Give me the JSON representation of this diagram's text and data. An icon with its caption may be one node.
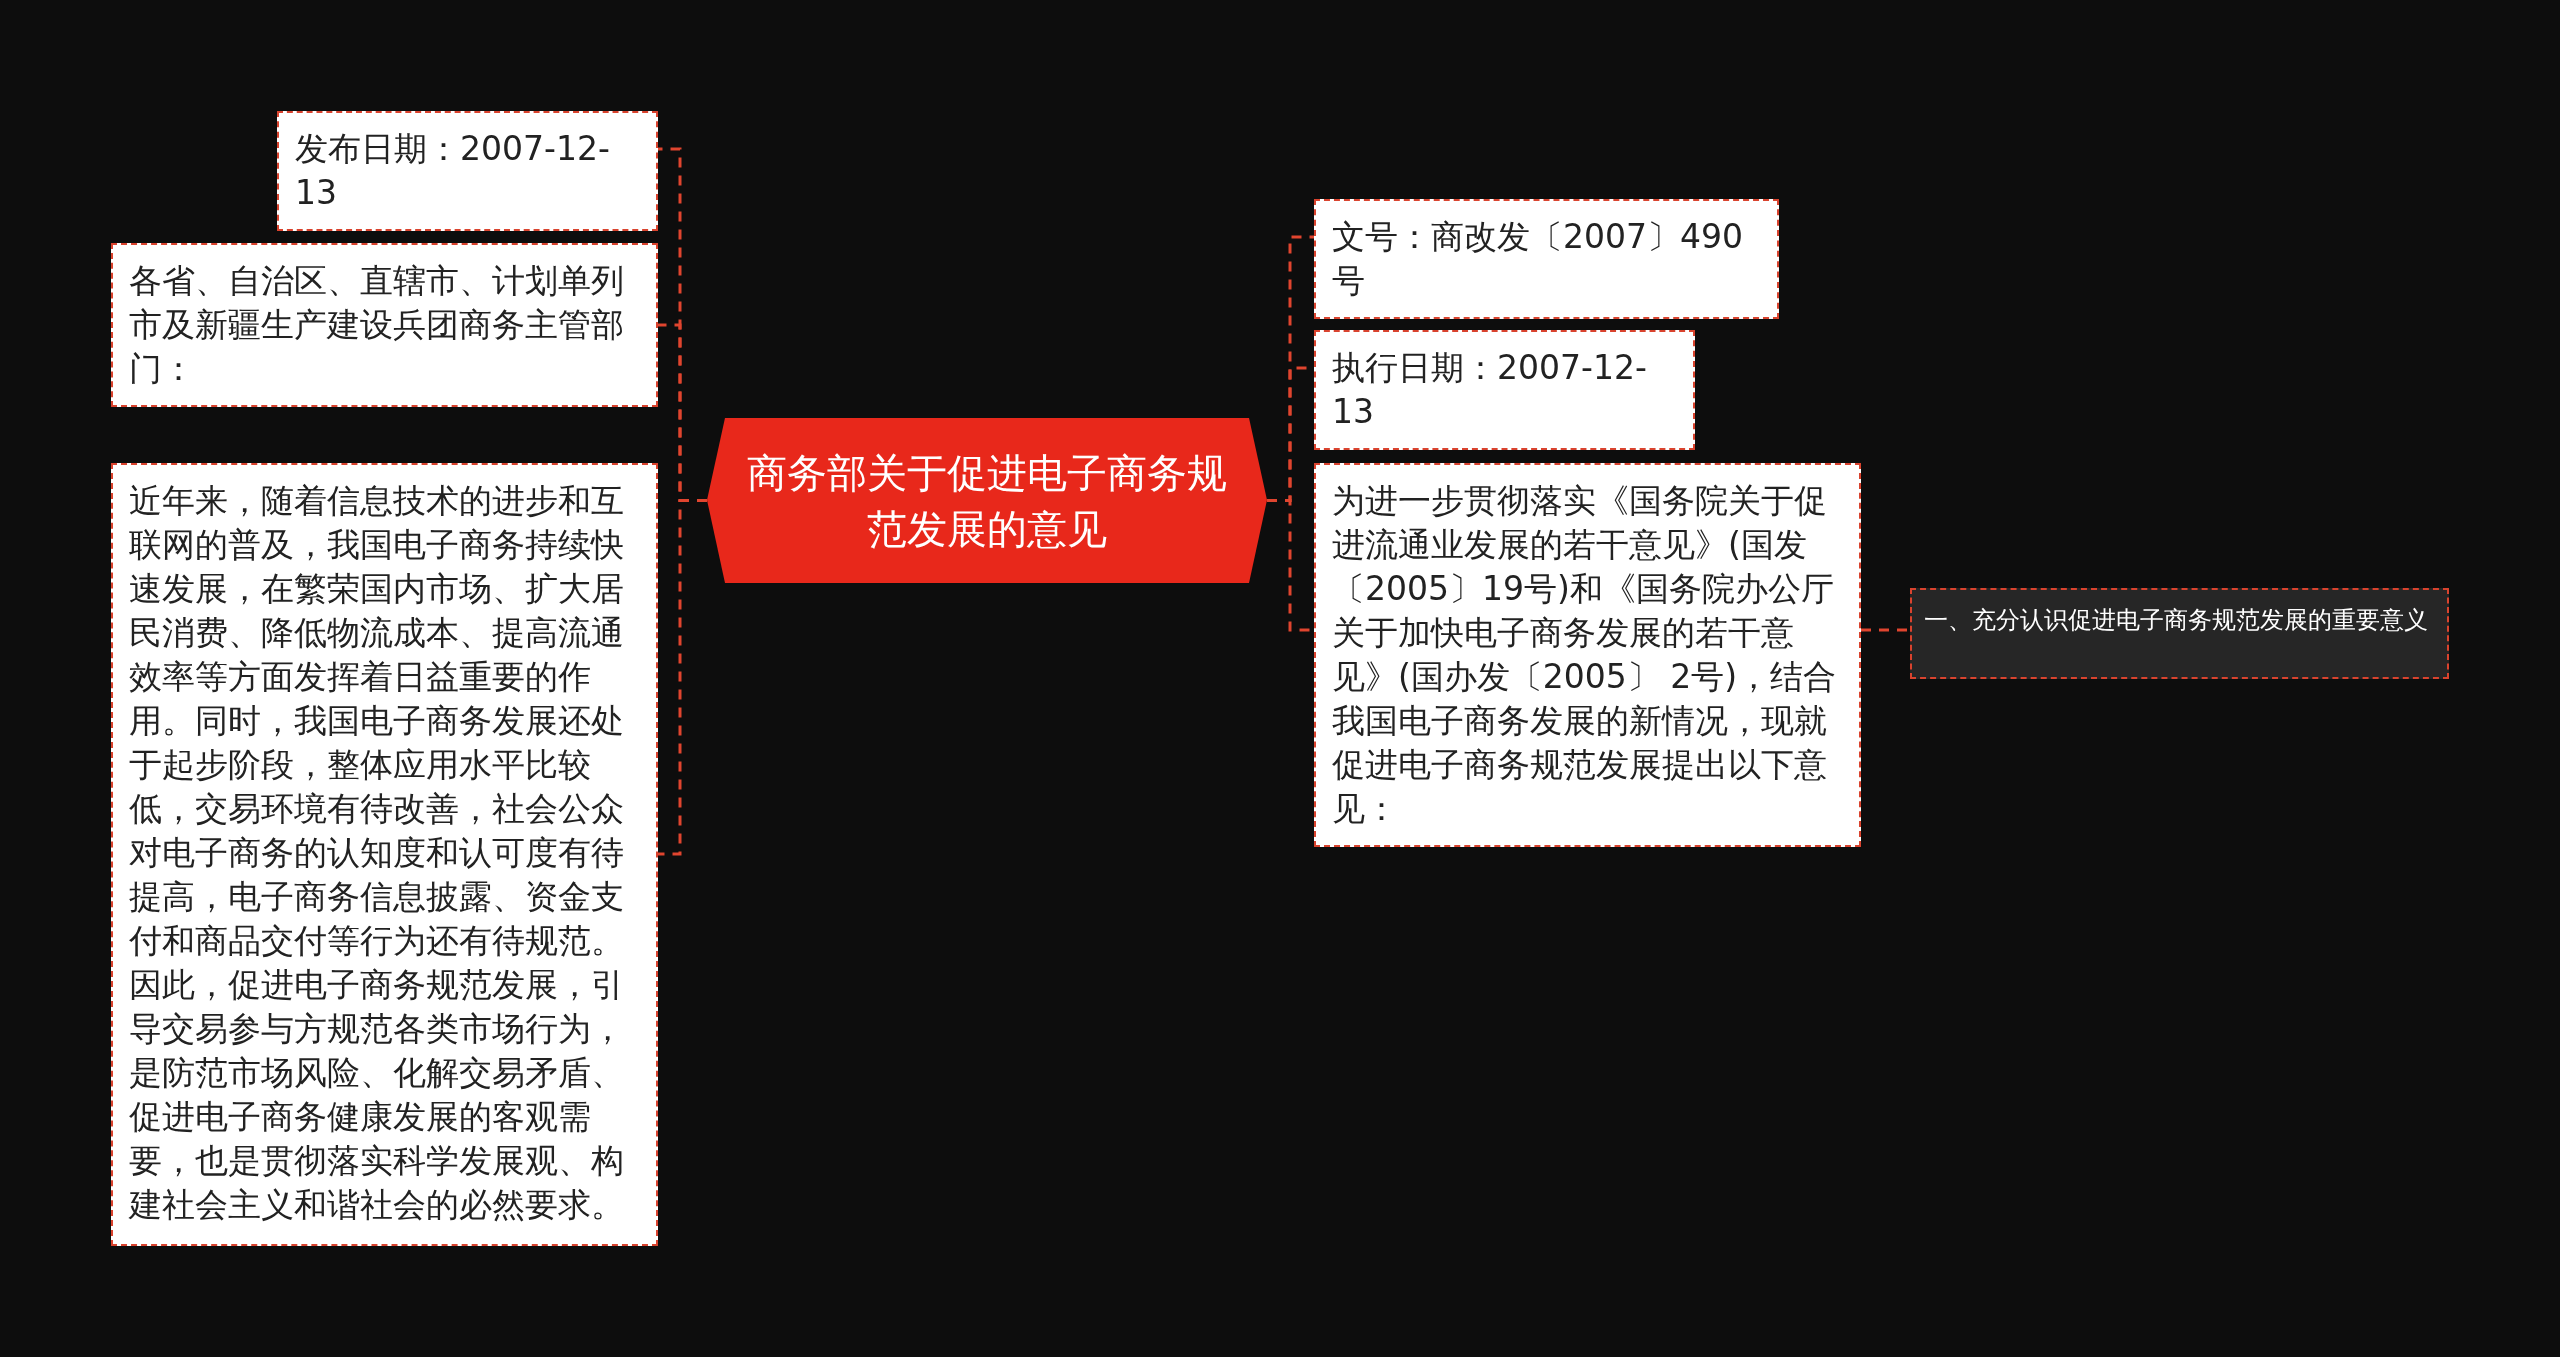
{
  "diagram": {
    "nodes": [
      {
        "text": [
          "商务部关于促进电子商务规范发展的意见"
        ]
      },
      {
        "text": [
          "发布日期：2007-12-13"
        ]
      },
      {
        "text": [
          "各省、自治区、直辖市、计划单列市及新疆生产建设兵团商务主管部门："
        ]
      },
      {
        "text": [
          "近年来，随着信息技术的进步和互联网的普及，我国电子商务持续快速发展，在繁荣国内市场、扩大居民消费、降低物流成本、提高流通效率等方面发挥着日益重要的作用。同时，我国电子商务发展还处于起步阶段，整体应用水平比较低，交易环境有待改善，社会公众对电子商务的认知度和认可度有待提高，电子商务信息披露、资金支付和商品交付等行为还有待规范。因此，促进电子商务规范发展，引导交易参与方规范各类市场行为，是防范市场风险、化解交易矛盾、促进电子商务健康发展的客观需要，也是贯彻落实科学发展观、构建社会主义和谐社会的必然要求。"
        ]
      },
      {
        "text": [
          "文号：商改发〔2007〕490号"
        ]
      },
      {
        "text": [
          "执行日期：2007-12-13"
        ]
      },
      {
        "text": [
          "为进一步贯彻落实《国务院关于促进流通业发展的若干意见》(国发〔2005〕19号)和《国务院办公厅关于加快电子商务发展的若干意见》(国办发〔2005〕 2号)，结合我国电子商务发展的新情况，现就促进电子商务规范发展提出以下意见："
        ]
      },
      {
        "text": [
          "一、充分认识促进电子商务规范发展的重要意义"
        ]
      }
    ],
    "edges": [
      {
        "from": 0,
        "to": 1,
        "arrow": "none",
        "style": "dashed"
      },
      {
        "from": 0,
        "to": 2,
        "arrow": "none",
        "style": "dashed"
      },
      {
        "from": 0,
        "to": 3,
        "arrow": "none",
        "style": "dashed"
      },
      {
        "from": 0,
        "to": 4,
        "arrow": "none",
        "style": "dashed"
      },
      {
        "from": 0,
        "to": 5,
        "arrow": "none",
        "style": "dashed"
      },
      {
        "from": 0,
        "to": 6,
        "arrow": "none",
        "style": "dashed"
      },
      {
        "from": 6,
        "to": 7,
        "arrow": "none",
        "style": "dashed"
      }
    ]
  }
}
